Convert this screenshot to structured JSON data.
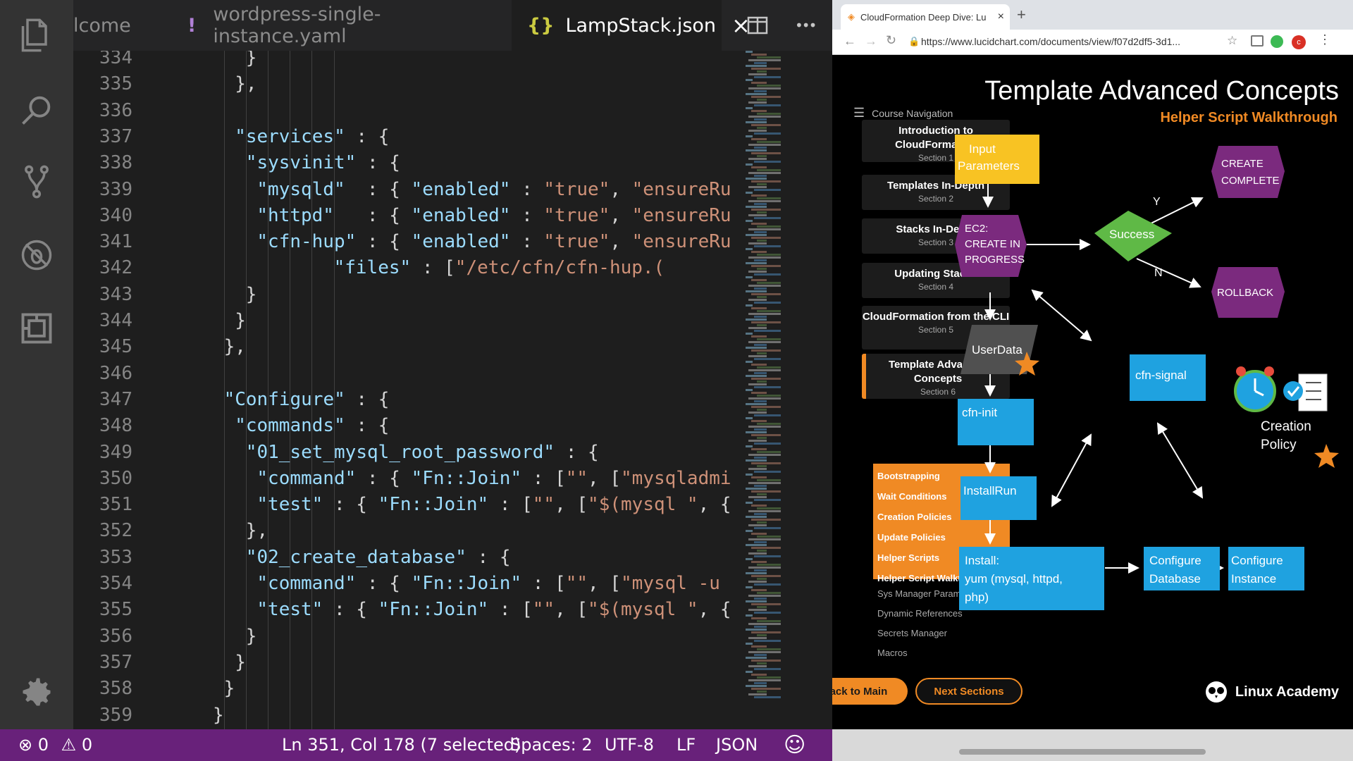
{
  "editor": {
    "tabs": [
      {
        "label": "lcome",
        "icon": ""
      },
      {
        "label": "wordpress-single-instance.yaml",
        "icon": "!"
      },
      {
        "label": "LampStack.json",
        "icon": "{}"
      }
    ],
    "close_glyph": "×",
    "more_glyph": "•••",
    "lines": [
      {
        "n": "334",
        "indent": 8,
        "code": "}"
      },
      {
        "n": "335",
        "indent": 7,
        "code": "},"
      },
      {
        "n": "336",
        "indent": 0,
        "code": ""
      },
      {
        "n": "337",
        "indent": 7,
        "code": "\"services\" : {"
      },
      {
        "n": "338",
        "indent": 8,
        "code": "\"sysvinit\" : {"
      },
      {
        "n": "339",
        "indent": 9,
        "code": "\"mysqld\"  : { \"enabled\" : \"true\", \"ensureRu"
      },
      {
        "n": "340",
        "indent": 9,
        "code": "\"httpd\"   : { \"enabled\" : \"true\", \"ensureRu"
      },
      {
        "n": "341",
        "indent": 9,
        "code": "\"cfn-hup\" : { \"enabled\" : \"true\", \"ensureRu"
      },
      {
        "n": "342",
        "indent": 16,
        "code": "\"files\" : [\"/etc/cfn/cfn-hup.("
      },
      {
        "n": "343",
        "indent": 8,
        "code": "}"
      },
      {
        "n": "344",
        "indent": 7,
        "code": "}"
      },
      {
        "n": "345",
        "indent": 6,
        "code": "},"
      },
      {
        "n": "346",
        "indent": 0,
        "code": ""
      },
      {
        "n": "347",
        "indent": 6,
        "code": "\"Configure\" : {"
      },
      {
        "n": "348",
        "indent": 7,
        "code": "\"commands\" : {"
      },
      {
        "n": "349",
        "indent": 8,
        "code": "\"01_set_mysql_root_password\" : {"
      },
      {
        "n": "350",
        "indent": 9,
        "code": "\"command\" : { \"Fn::Join\" : [\"\", [\"mysqladmi"
      },
      {
        "n": "351",
        "indent": 9,
        "code": "\"test\" : { \"Fn::Join\" : [\"\", [\"$(mysql \", {"
      },
      {
        "n": "352",
        "indent": 8,
        "code": "},"
      },
      {
        "n": "353",
        "indent": 8,
        "code": "\"02_create_database\" : {"
      },
      {
        "n": "354",
        "indent": 9,
        "code": "\"command\" : { \"Fn::Join\" : [\"\", [\"mysql -u"
      },
      {
        "n": "355",
        "indent": 9,
        "code": "\"test\" : { \"Fn::Join\" : [\"\", [\"$(mysql \", {"
      },
      {
        "n": "356",
        "indent": 8,
        "code": "}"
      },
      {
        "n": "357",
        "indent": 7,
        "code": "}"
      },
      {
        "n": "358",
        "indent": 6,
        "code": "}"
      },
      {
        "n": "359",
        "indent": 5,
        "code": "}"
      }
    ]
  },
  "statusbar": {
    "errors": "0",
    "warnings": "0",
    "position": "Ln 351, Col 178 (7 selected)",
    "spaces": "Spaces: 2",
    "encoding": "UTF-8",
    "eol": "LF",
    "language": "JSON"
  },
  "browser": {
    "tab_title": "CloudFormation Deep Dive: Lu",
    "url": "https://www.lucidchart.com/documents/view/f07d2df5-3d1...",
    "page": {
      "title": "Template Advanced Concepts",
      "subtitle": "Helper Script Walkthrough",
      "nav_heading": "Course Navigation",
      "sections": [
        {
          "title": "Introduction to CloudFormation",
          "section": "Section 1"
        },
        {
          "title": "Templates In-Depth",
          "section": "Section 2"
        },
        {
          "title": "Stacks In-Depth",
          "section": "Section 3"
        },
        {
          "title": "Updating Stacks",
          "section": "Section 4"
        },
        {
          "title": "CloudFormation from the CLI",
          "section": "Section 5"
        },
        {
          "title": "Template Advanced Concepts",
          "section": "Section 6"
        }
      ],
      "subsections_active": [
        "Bootstrapping",
        "Wait Conditions",
        "Creation Policies",
        "Update Policies",
        "Helper Scripts",
        "Helper Script Walkthrough"
      ],
      "subsections_other": [
        "Sys Manager Parameters",
        "Dynamic References",
        "Secrets Manager",
        "Macros"
      ],
      "back_button": "Back to Main",
      "next_button": "Next Sections",
      "brand": "Linux Academy",
      "diagram": {
        "input_parameters": "Input Parameters",
        "ec2": [
          "EC2:",
          "CREATE IN",
          "PROGRESS"
        ],
        "success": "Success",
        "yes": "Y",
        "no": "N",
        "create_complete": [
          "CREATE",
          "COMPLETE"
        ],
        "rollback": "ROLLBACK",
        "userdata": "UserData",
        "cfn_signal": "cfn-signal",
        "cfn_init": "cfn-init",
        "creation_policy": [
          "Creation",
          "Policy"
        ],
        "installrun": "InstallRun",
        "install": [
          "Install:",
          "yum (mysql, httpd,",
          "php)"
        ],
        "configure_database": [
          "Configure",
          "Database"
        ],
        "configure_instance": [
          "Configure",
          "Instance"
        ]
      }
    }
  },
  "colors": {
    "statusbar": "#68217a",
    "accent_orange": "#f08a24",
    "box_blue": "#1fa2e0",
    "box_yellow": "#f8c323",
    "hex_purple": "#7b2a7e",
    "diamond_green": "#5fb946"
  },
  "icons": [
    "explorer-icon",
    "search-icon",
    "source-control-icon",
    "debug-icon",
    "extensions-icon",
    "settings-icon",
    "split-editor-icon",
    "smiley-icon",
    "menu-icon",
    "star-icon",
    "clock-icon",
    "checklist-icon",
    "owl-logo-icon"
  ]
}
